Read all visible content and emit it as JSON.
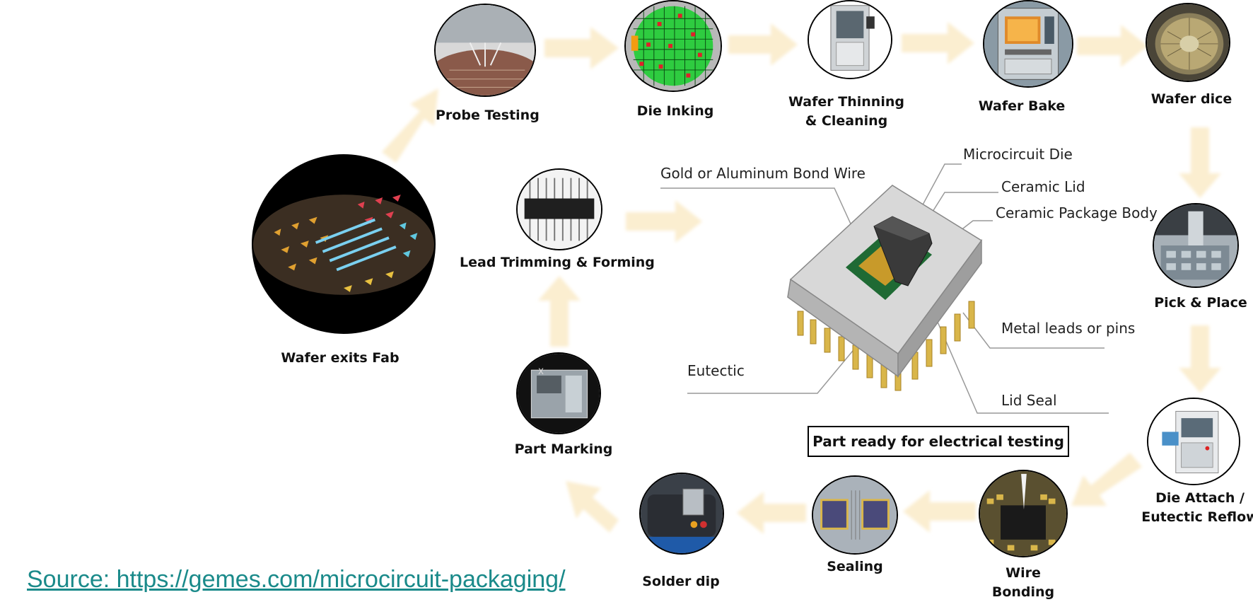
{
  "steps": {
    "probe_testing": "Probe Testing",
    "die_inking": "Die Inking",
    "wafer_thinning_1": "Wafer Thinning",
    "wafer_thinning_2": "& Cleaning",
    "wafer_bake": "Wafer Bake",
    "wafer_dice": "Wafer dice",
    "pick_place": "Pick & Place",
    "die_attach_1": "Die Attach /",
    "die_attach_2": "Eutectic Reflow",
    "wire_bonding_1": "Wire",
    "wire_bonding_2": "Bonding",
    "sealing": "Sealing",
    "solder_dip": "Solder dip",
    "part_marking": "Part Marking",
    "lead_trimming": "Lead Trimming & Forming",
    "wafer_exits_fab": "Wafer exits Fab"
  },
  "callouts": {
    "bond_wire": "Gold or Aluminum Bond Wire",
    "microcircuit_die": "Microcircuit Die",
    "ceramic_lid": "Ceramic Lid",
    "package_body": "Ceramic Package Body",
    "metal_leads": "Metal leads or pins",
    "eutectic": "Eutectic",
    "lid_seal": "Lid Seal"
  },
  "ready_box": "Part ready for electrical testing",
  "source": "Source: https://gemes.com/microcircuit-packaging/",
  "colors": {
    "arrow": "#fbeed0",
    "die_grid": "#2ecc40",
    "die_ink": "#e0202a",
    "link": "#1a8a8a",
    "package": "#c9c9c9",
    "pins": "#d9b64a"
  }
}
